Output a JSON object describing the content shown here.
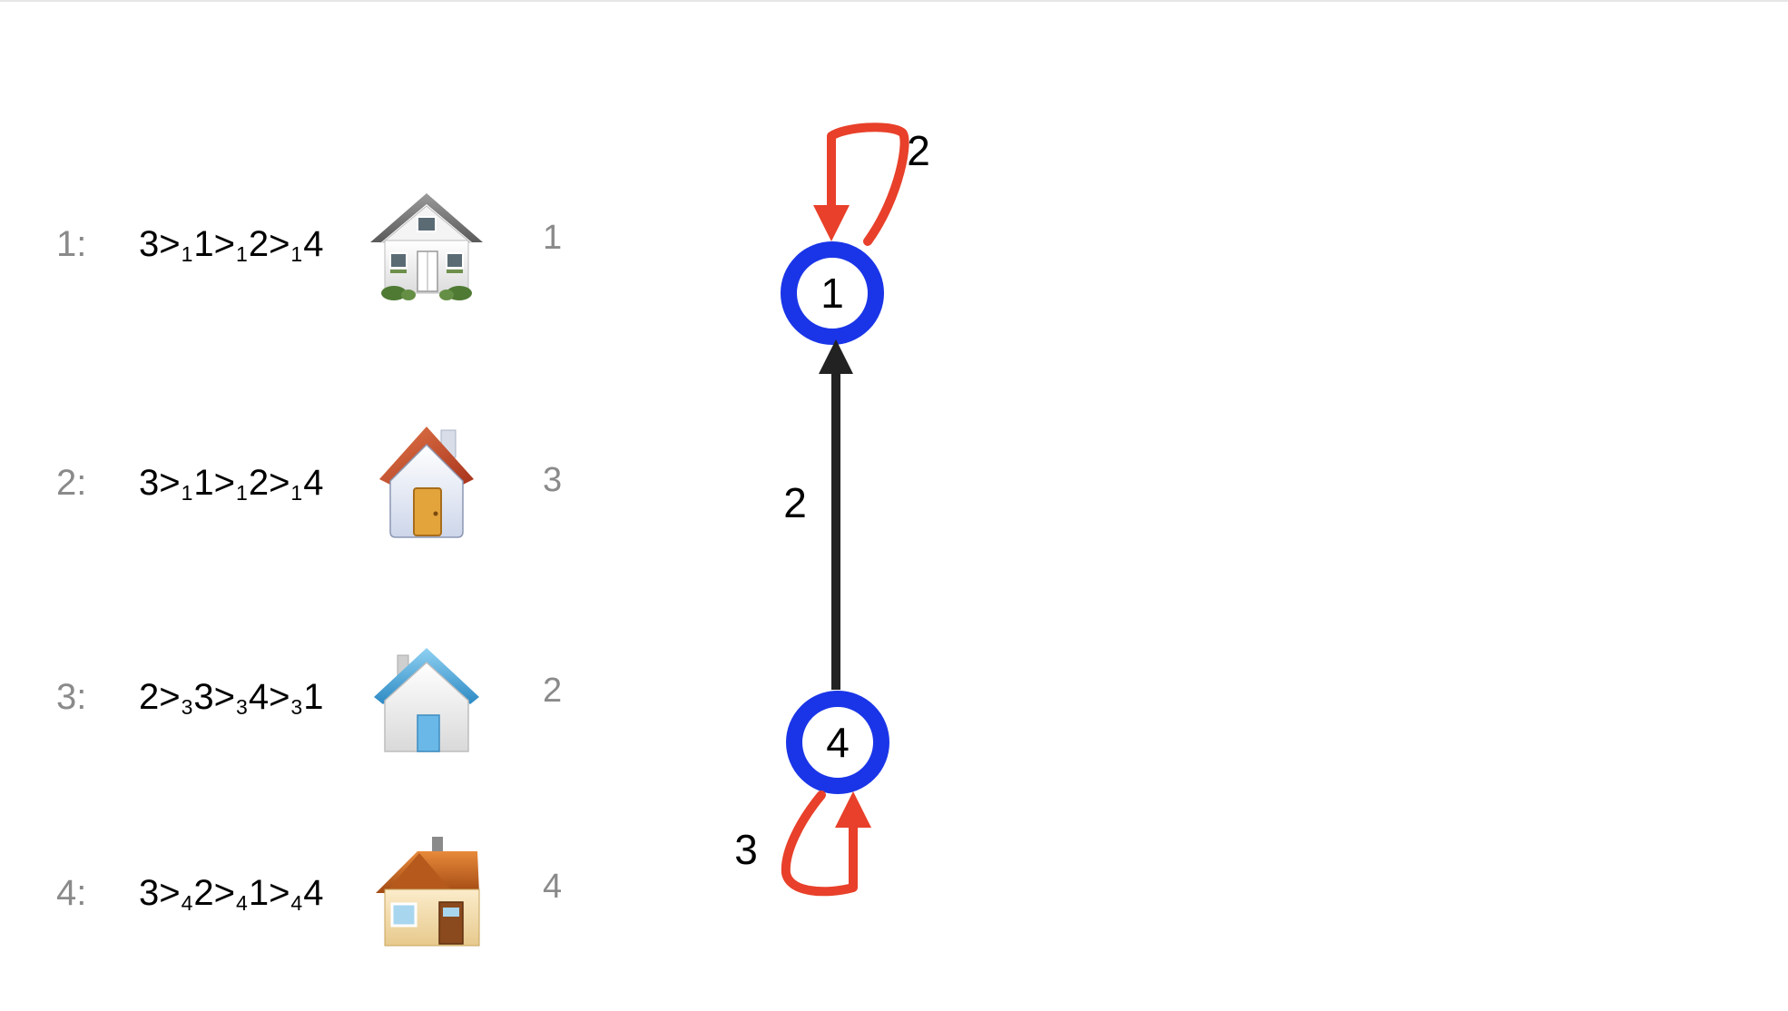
{
  "rows": [
    {
      "agent": "1:",
      "pref": [
        {
          "t": "3",
          "s": null
        },
        {
          "t": ">",
          "s": "1"
        },
        {
          "t": "1",
          "s": null
        },
        {
          "t": ">",
          "s": "1"
        },
        {
          "t": "2",
          "s": null
        },
        {
          "t": ">",
          "s": "1"
        },
        {
          "t": "4",
          "s": null
        }
      ],
      "house_icon": "white-cottage-house-icon",
      "house_number": "1"
    },
    {
      "agent": "2:",
      "pref": [
        {
          "t": "3",
          "s": null
        },
        {
          "t": ">",
          "s": "1"
        },
        {
          "t": "1",
          "s": null
        },
        {
          "t": ">",
          "s": "1"
        },
        {
          "t": "2",
          "s": null
        },
        {
          "t": ">",
          "s": "1"
        },
        {
          "t": "4",
          "s": null
        }
      ],
      "house_icon": "red-roof-house-icon",
      "house_number": "3"
    },
    {
      "agent": "3:",
      "pref": [
        {
          "t": "2",
          "s": null
        },
        {
          "t": ">",
          "s": "3"
        },
        {
          "t": "3",
          "s": null
        },
        {
          "t": ">",
          "s": "3"
        },
        {
          "t": "4",
          "s": null
        },
        {
          "t": ">",
          "s": "3"
        },
        {
          "t": "1",
          "s": null
        }
      ],
      "house_icon": "blue-roof-house-icon",
      "house_number": "2"
    },
    {
      "agent": "4:",
      "pref": [
        {
          "t": "3",
          "s": null
        },
        {
          "t": ">",
          "s": "4"
        },
        {
          "t": "2",
          "s": null
        },
        {
          "t": ">",
          "s": "4"
        },
        {
          "t": "1",
          "s": null
        },
        {
          "t": ">",
          "s": "4"
        },
        {
          "t": "4",
          "s": null
        }
      ],
      "house_icon": "brown-roof-house-icon",
      "house_number": "4"
    }
  ],
  "graph": {
    "nodes": [
      {
        "id": "1",
        "label": "1"
      },
      {
        "id": "4",
        "label": "4"
      }
    ],
    "edges": [
      {
        "from": "1",
        "to": "1",
        "label": "2",
        "color": "#e8402a"
      },
      {
        "from": "4",
        "to": "1",
        "label": "2",
        "color": "#222222"
      },
      {
        "from": "4",
        "to": "4",
        "label": "3",
        "color": "#e8402a"
      }
    ],
    "colors": {
      "node_ring": "#1a35e8",
      "self_loop": "#e8402a",
      "edge": "#222222",
      "label_gray": "#8a8a8a"
    }
  }
}
